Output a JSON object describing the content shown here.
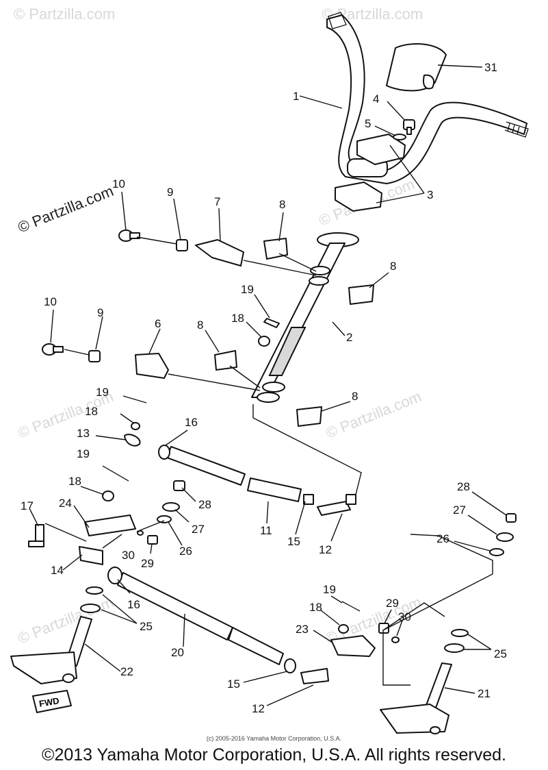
{
  "watermarks": {
    "main": "© Partzilla.com",
    "faint": "© Partzilla.com"
  },
  "small_copyright": "(c) 2005-2016 Yamaha Motor Corporation, U.S.A.",
  "footer_copyright": "©2013 Yamaha Motor Corporation, U.S.A. All rights reserved.",
  "fwd_label": "FWD",
  "callouts": {
    "c1": "1",
    "c2": "2",
    "c3": "3",
    "c4": "4",
    "c5": "5",
    "c6": "6",
    "c7": "7",
    "c8a": "8",
    "c8b": "8",
    "c8c": "8",
    "c8d": "8",
    "c9a": "9",
    "c9b": "9",
    "c10a": "10",
    "c10b": "10",
    "c11": "11",
    "c12a": "12",
    "c12b": "12",
    "c13": "13",
    "c14": "14",
    "c15a": "15",
    "c15b": "15",
    "c16a": "16",
    "c16b": "16",
    "c17": "17",
    "c18a": "18",
    "c18b": "18",
    "c18c": "18",
    "c18d": "18",
    "c19a": "19",
    "c19b": "19",
    "c19c": "19",
    "c19d": "19",
    "c20": "20",
    "c21": "21",
    "c22": "22",
    "c23": "23",
    "c24": "24",
    "c25a": "25",
    "c25b": "25",
    "c26a": "26",
    "c26b": "26",
    "c27a": "27",
    "c27b": "27",
    "c28a": "28",
    "c28b": "28",
    "c29a": "29",
    "c29b": "29",
    "c30a": "30",
    "c30b": "30",
    "c31": "31"
  }
}
